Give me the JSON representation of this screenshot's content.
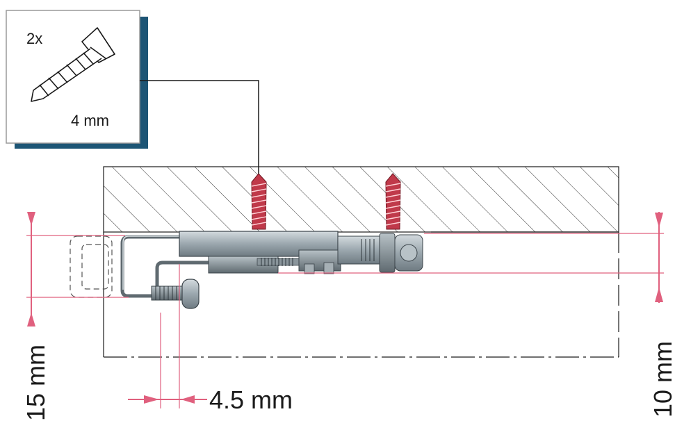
{
  "screw_box": {
    "quantity": "2x",
    "size": "4 mm",
    "icon": "wood-screw-icon"
  },
  "dimensions": {
    "left_vertical": "15 mm",
    "bottom_horizontal": "4.5 mm",
    "right_vertical": "10 mm"
  },
  "colors": {
    "dimension_line": "#e0607e",
    "box_shadow": "#1d5575",
    "screw_red": "#c0394a",
    "mechanism_gray": "#9aa6ad",
    "outline": "#1a1a1a"
  }
}
